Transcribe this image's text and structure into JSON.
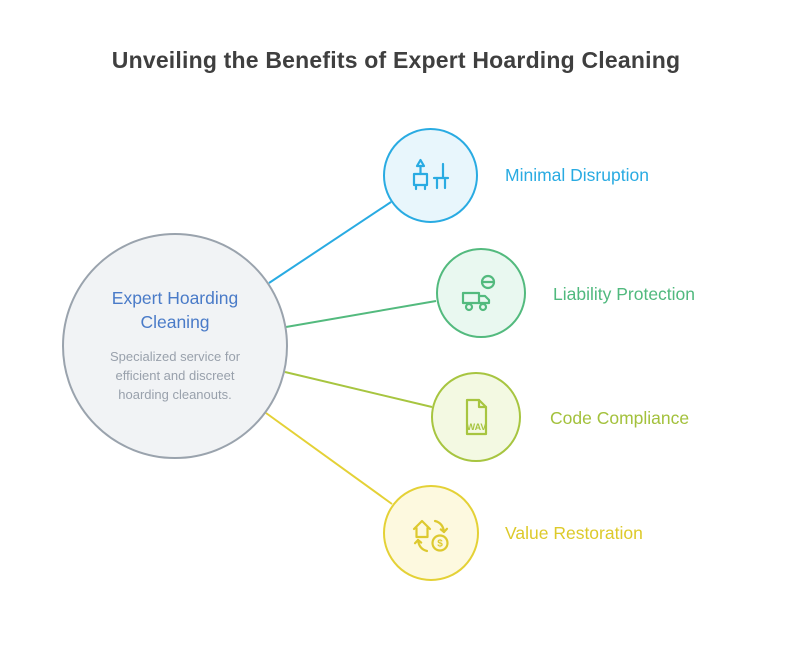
{
  "title": "Unveiling the Benefits of Expert Hoarding Cleaning",
  "center": {
    "title": "Expert Hoarding Cleaning",
    "description": "Specialized service for efficient and discreet hoarding cleanouts.",
    "fill_color": "#f1f3f5",
    "border_color": "#9aa3ad",
    "title_color": "#4a7bc8",
    "description_color": "#99a1ac"
  },
  "nodes": [
    {
      "label": "Minimal Disruption",
      "icon": "furniture-icon",
      "accent_color": "#29abe2",
      "fill_color": "#e8f6fc"
    },
    {
      "label": "Liability Protection",
      "icon": "delivery-driver-icon",
      "accent_color": "#50b97e",
      "fill_color": "#e9f8f0"
    },
    {
      "label": "Code Compliance",
      "icon": "wav-document-icon",
      "icon_text": "WAV",
      "accent_color": "#a3c13c",
      "fill_color": "#f3f9e2"
    },
    {
      "label": "Value Restoration",
      "icon": "house-money-exchange-icon",
      "icon_text": "$",
      "accent_color": "#ddca2a",
      "fill_color": "#fdf9df"
    }
  ]
}
